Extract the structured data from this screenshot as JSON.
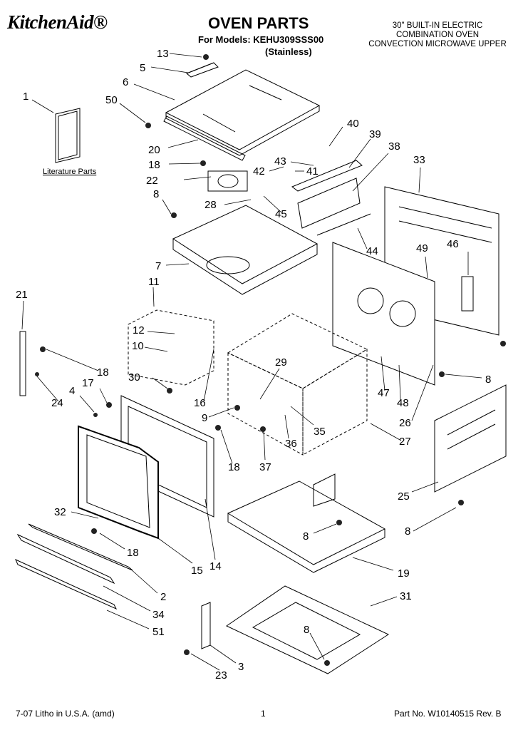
{
  "header": {
    "brand": "KitchenAid®",
    "title": "OVEN PARTS",
    "models_line": "For Models: KEHU309SSS00",
    "finish": "(Stainless)",
    "description": [
      "30\" BUILT-IN ELECTRIC",
      "COMBINATION OVEN",
      "CONVECTION MICROWAVE UPPER"
    ]
  },
  "literature_label": "Literature Parts",
  "callouts": [
    "13",
    "5",
    "6",
    "50",
    "1",
    "20",
    "40",
    "39",
    "38",
    "43",
    "42",
    "41",
    "33",
    "18",
    "22",
    "8",
    "28",
    "45",
    "44",
    "7",
    "49",
    "46",
    "11",
    "21",
    "12",
    "10",
    "29",
    "18",
    "30",
    "17",
    "4",
    "24",
    "16",
    "9",
    "47",
    "48",
    "8",
    "26",
    "35",
    "36",
    "27",
    "18",
    "37",
    "25",
    "32",
    "8",
    "18",
    "15",
    "14",
    "19",
    "8",
    "2",
    "34",
    "31",
    "51",
    "8",
    "3",
    "23"
  ],
  "footer": {
    "left": "7-07 Litho in U.S.A. (amd)",
    "center": "1",
    "right": "Part No. W10140515 Rev. B"
  }
}
